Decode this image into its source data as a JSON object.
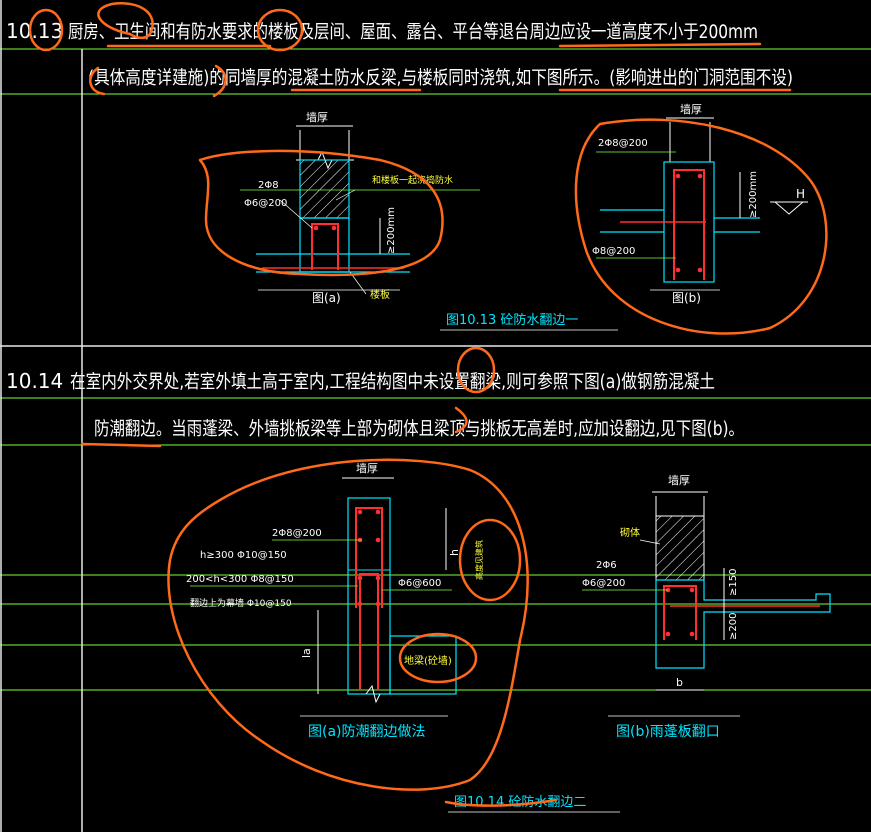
{
  "colors": {
    "background": "#000000",
    "grid_line": "#7cff3a",
    "border": "#e8e8e8",
    "outline": "#00e5ff",
    "rebar": "#ff3030",
    "hatch": "#ffffff",
    "annotation": "#ff6a1a",
    "caption": "#00e5ff",
    "dimension_text": "#ffffff",
    "leader_text": "#ffff3c"
  },
  "section_1013": {
    "number": "10.13",
    "line1": "厨房、卫生间和有防水要求的楼板及层间、屋面、露台、平台等退台周边应设一道高度不小于200mm",
    "line2": "(具体高度详建施)的同墙厚的混凝土防水反梁,与楼板同时浇筑,如下图所示。(影响进出的门洞范围不设)",
    "fig_a": {
      "wall_thickness": "墙厚",
      "rebar_top": "2Φ8",
      "stirrup": "Φ6@200",
      "note": "和楼板一起浇捣防水",
      "height": "≥200mm",
      "slab": "楼板",
      "caption": "图(a)"
    },
    "fig_b": {
      "wall_thickness": "墙厚",
      "rebar_top": "2Φ8@200",
      "rebar_side": "Φ8@200",
      "height": "≥200mm",
      "level": "H",
      "caption": "图(b)"
    },
    "figure_title": "图10.13  砼防水翻边一"
  },
  "section_1014": {
    "number": "10.14",
    "line1": "在室内外交界处,若室外填土高于室内,工程结构图中未设置翻梁,则可参照下图(a)做钢筋混凝土",
    "line2": "防潮翻边。当雨蓬梁、外墙挑板梁等上部为砌体且梁顶与挑板无高差时,应加设翻边,见下图(b)。",
    "fig_a": {
      "wall_thickness": "墙厚",
      "rebar_top": "2Φ8@200",
      "rule1": "h≥300  Φ10@150",
      "rule2": "200<h<300  Φ8@150",
      "rule3": "翻边上为幕墙  Φ10@150",
      "stirrup": "Φ6@600",
      "h": "h",
      "la": "la",
      "h_note": "高度见建筑",
      "ground_beam": "地梁(砼墙)",
      "caption": "图(a)防潮翻边做法"
    },
    "fig_b": {
      "wall_thickness": "墙厚",
      "masonry": "砌体",
      "rebar_top": "2Φ6",
      "stirrup": "Φ6@200",
      "height_top": "≥150",
      "height_bot": "≥200",
      "b": "b",
      "caption": "图(b)雨蓬板翻口"
    },
    "figure_title": "图10.14  砼防水翻边二"
  }
}
